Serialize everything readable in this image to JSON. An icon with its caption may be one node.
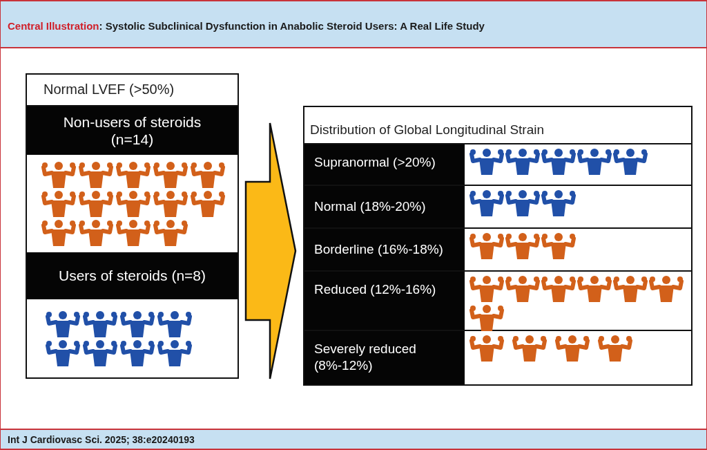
{
  "diagram": {
    "title": "Central Illustration: Systolic Subclinical Dysfunction in Anabolic Steroid Users: A Real Life Study",
    "nodes": [
      {
        "text": [
          "Normal LVEF (>50%)"
        ]
      },
      {
        "text": [
          "Non-users of steroids (n=14)"
        ],
        "in": 0
      },
      {
        "text": [
          "Users of steroids (n=8)"
        ],
        "in": 0
      },
      {
        "text": [
          "Distribution of Global Longitudinal Strain"
        ]
      },
      {
        "text": [
          "Supranormal (>20%)"
        ],
        "in": 3
      },
      {
        "text": [
          "Normal (18%-20%)"
        ],
        "in": 3
      },
      {
        "text": [
          "Borderline (16%-18%)"
        ],
        "in": 3
      },
      {
        "text": [
          "Reduced (12%-16%)"
        ],
        "in": 3
      },
      {
        "text": [
          "Severely reduced (8%-12%)"
        ],
        "in": 3
      }
    ],
    "edges": [
      {
        "from": 0,
        "to": 3,
        "arrow": "to",
        "style": "thick",
        "color": "#fbb917"
      }
    ],
    "labels": [
      "Int J Cardiovasc Sci. 2025; 38:e20240193"
    ]
  }
}
